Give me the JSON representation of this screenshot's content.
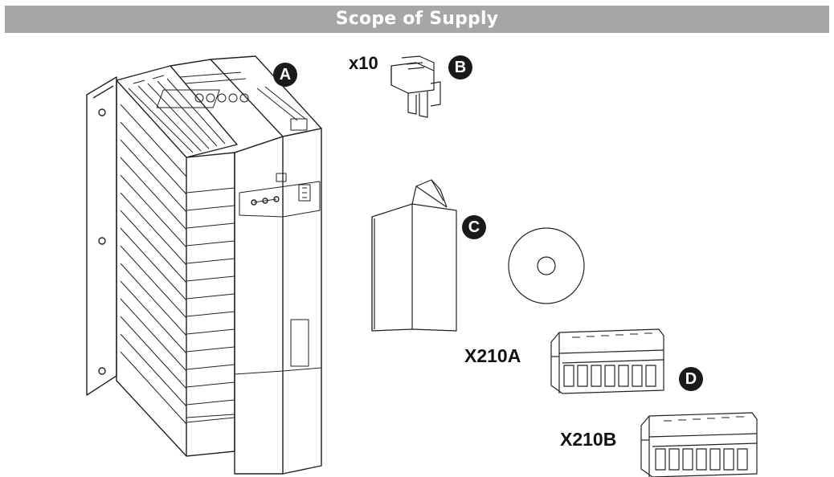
{
  "header": {
    "title": "Scope of Supply"
  },
  "items": {
    "a": {
      "badge": "A"
    },
    "b": {
      "badge": "B",
      "quantity": "x10"
    },
    "c": {
      "badge": "C"
    },
    "d": {
      "badge": "D",
      "connector_a": "X210A",
      "connector_b": "X210B"
    }
  },
  "colors": {
    "header_bg": "#a6a6a6",
    "badge_bg": "#1a1a1a",
    "line": "#222222"
  }
}
